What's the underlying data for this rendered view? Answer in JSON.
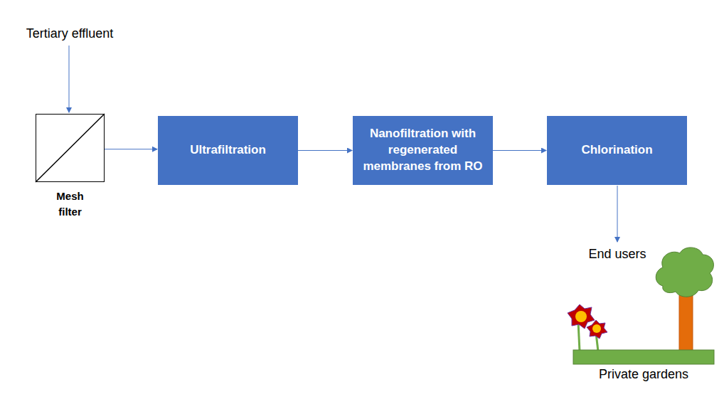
{
  "diagram": {
    "nodes": [
      {
        "text": [
          "Mesh filter"
        ]
      },
      {
        "text": [
          "Ultrafiltration"
        ]
      },
      {
        "text": [
          "Nanofiltration with regenerated membranes from RO"
        ]
      },
      {
        "text": [
          "Chlorination"
        ]
      }
    ],
    "edges": [
      {
        "from": 0,
        "to": 1,
        "arrow": "to"
      },
      {
        "from": 1,
        "to": 2,
        "arrow": "to"
      },
      {
        "from": 2,
        "to": 3,
        "arrow": "to"
      }
    ],
    "labels": [
      "Tertiary effluent",
      "End users",
      "Private gardens"
    ]
  }
}
